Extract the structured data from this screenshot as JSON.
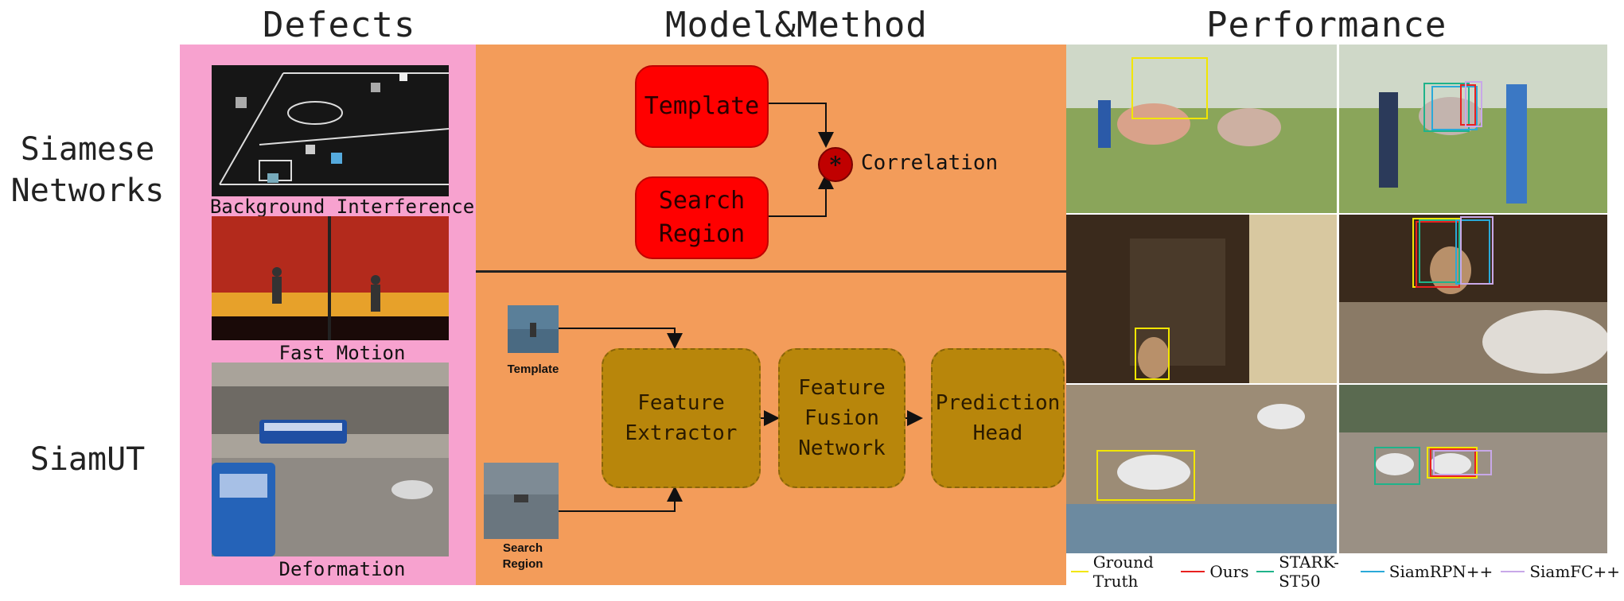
{
  "headers": {
    "defects": "Defects",
    "method": "Model&Method",
    "performance": "Performance"
  },
  "row_labels": {
    "siamese": "Siamese\nNetworks",
    "siamut": "SiamUT"
  },
  "defects": [
    {
      "caption": "Background Interference"
    },
    {
      "caption": "Fast Motion"
    },
    {
      "caption": "Deformation"
    }
  ],
  "siamese_method": {
    "template": "Template",
    "search_region": "Search\nRegion",
    "correlation_symbol": "*",
    "correlation_label": "Correlation"
  },
  "siamut_method": {
    "template_label": "Template",
    "search_label": "Search\nRegion",
    "feature_extractor": "Feature\nExtractor",
    "feature_fusion": "Feature\nFusion\nNetwork",
    "prediction_head": "Prediction\nHead"
  },
  "legend": [
    {
      "label": "Ground Truth",
      "color": "#f2e600"
    },
    {
      "label": "Ours",
      "color": "#e8211f"
    },
    {
      "label": "STARK-ST50",
      "color": "#1fb38a"
    },
    {
      "label": "SiamRPN++",
      "color": "#2aa9d8"
    },
    {
      "label": "SiamFC++",
      "color": "#c8a8e8"
    }
  ],
  "colors": {
    "defects_bg": "#f7a2cf",
    "method_bg": "#f39c5a",
    "siamese_box": "#ff0000",
    "siamut_box": "#b8860b",
    "correlation_node": "#c00000"
  }
}
